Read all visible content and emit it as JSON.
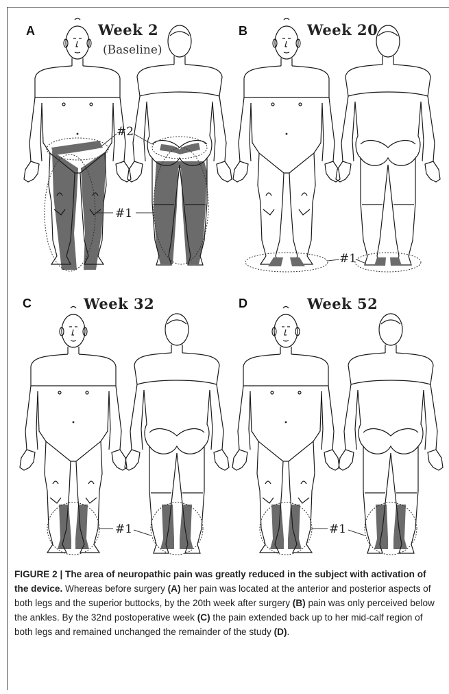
{
  "panels": [
    {
      "letter": "A",
      "week": "Week 2",
      "sub": "(Baseline)"
    },
    {
      "letter": "B",
      "week": "Week 20",
      "sub": ""
    },
    {
      "letter": "C",
      "week": "Week 32",
      "sub": ""
    },
    {
      "letter": "D",
      "week": "Week 52",
      "sub": ""
    }
  ],
  "labels": {
    "region1": "#1",
    "region2": "#2"
  },
  "colors": {
    "pain": "#6b6b6b",
    "outline": "#1a1a1a"
  },
  "caption": {
    "title": "FIGURE 2 | The area of neuropathic pain was greatly reduced in the subject with activation of the device.",
    "t1": " Whereas before surgery ",
    "r1": "(A)",
    "t2": " her pain was located at the anterior and posterior aspects of both legs and the superior buttocks, by the 20th week after surgery ",
    "r2": "(B)",
    "t3": " pain was only perceived below the ankles. By the 32nd postoperative week ",
    "r3": "(C)",
    "t4": " the pain extended back up to her mid-calf region of both legs and remained unchanged the remainder of the study ",
    "r4": "(D)",
    "t5": "."
  }
}
